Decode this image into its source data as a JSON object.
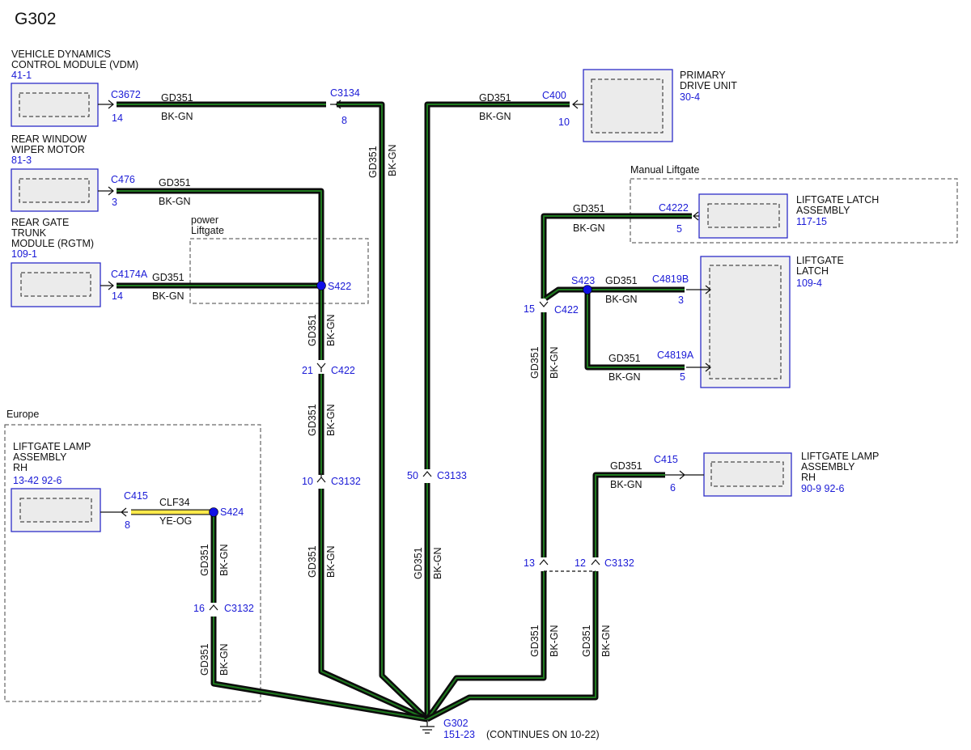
{
  "title": "G302",
  "wire": {
    "circuit": "GD351",
    "color": "BK-GN",
    "alt_circuit": "CLF34",
    "alt_color": "YE-OG",
    "wire_color_hex": "#1f7a1f",
    "alt_wire_color_hex": "#ffe94a",
    "ref_color_hex": "#1a1ad6"
  },
  "components": {
    "vdm": {
      "name_line1": "VEHICLE DYNAMICS",
      "name_line2": "CONTROL MODULE (VDM)",
      "ref": "41-1"
    },
    "wiper": {
      "name_line1": "REAR WINDOW",
      "name_line2": "WIPER MOTOR",
      "ref": "81-3"
    },
    "rgtm": {
      "name_line1": "REAR GATE",
      "name_line2": "TRUNK",
      "name_line3": "MODULE (RGTM)",
      "ref": "109-1"
    },
    "lamp_left": {
      "name_line1": "LIFTGATE LAMP",
      "name_line2": "ASSEMBLY",
      "name_line3": "RH",
      "ref": "13-42 92-6"
    },
    "pdu": {
      "name_line1": "PRIMARY",
      "name_line2": "DRIVE UNIT",
      "ref": "30-4"
    },
    "latch_assy": {
      "name_line1": "LIFTGATE LATCH",
      "name_line2": "ASSEMBLY",
      "ref": "117-15"
    },
    "latch": {
      "name_line1": "LIFTGATE",
      "name_line2": "LATCH",
      "ref": "109-4"
    },
    "lamp_right": {
      "name_line1": "LIFTGATE LAMP",
      "name_line2": "ASSEMBLY",
      "name_line3": "RH",
      "ref": "90-9   92-6"
    }
  },
  "groups": {
    "power_liftgate_line1": "power",
    "power_liftgate_line2": "Liftgate",
    "europe": "Europe",
    "manual_liftgate": "Manual Liftgate"
  },
  "connectors": {
    "c3672": {
      "id": "C3672",
      "pin": "14"
    },
    "c3134": {
      "id": "C3134",
      "pin": "8"
    },
    "c476": {
      "id": "C476",
      "pin": "3"
    },
    "c4174a": {
      "id": "C4174A",
      "pin": "14"
    },
    "c422_left": {
      "id": "C422",
      "pin": "21"
    },
    "c3132_left": {
      "id": "C3132",
      "pin": "10"
    },
    "c415_left": {
      "id": "C415",
      "pin": "8"
    },
    "c3132_europe": {
      "id": "C3132",
      "pin": "16"
    },
    "c3133": {
      "id": "C3133",
      "pin": "50"
    },
    "c400": {
      "id": "C400",
      "pin": "10"
    },
    "c4222": {
      "id": "C4222",
      "pin": "5"
    },
    "c422_right": {
      "id": "C422",
      "pin": "15"
    },
    "c4819b": {
      "id": "C4819B",
      "pin": "3"
    },
    "c4819a": {
      "id": "C4819A",
      "pin": "5"
    },
    "c415_right": {
      "id": "C415",
      "pin": "6"
    },
    "c3132_right": {
      "id": "C3132",
      "pin_a": "13",
      "pin_b": "12"
    }
  },
  "splices": {
    "s422": "S422",
    "s423": "S423",
    "s424": "S424"
  },
  "ground": {
    "id": "G302",
    "ref": "151-23",
    "note": "(CONTINUES ON 10-22)"
  }
}
